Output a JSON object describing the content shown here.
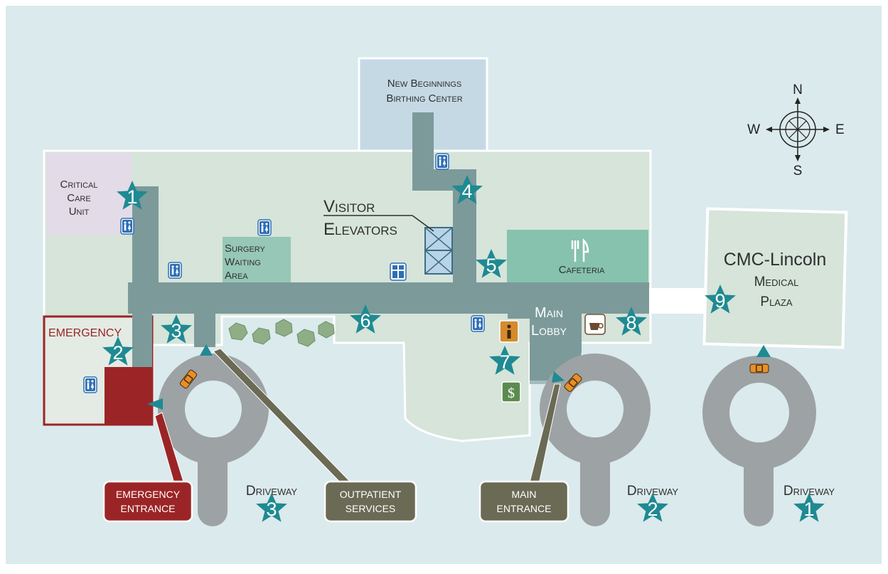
{
  "colors": {
    "background": "#dbeaec",
    "building": "#d6e4da",
    "corridor": "#7c9a9a",
    "star": "#1f8a92",
    "emergency": "#9b2526",
    "critical_care": "#e3dbe7",
    "birthing": "#c5d9e5",
    "surgery_waiting": "#97c7b6",
    "cafeteria": "#86c2ad",
    "road": "#9da2a5",
    "callout_olive": "#6a6a55",
    "restroom": "#2f6fb3"
  },
  "rooms": {
    "birthing": [
      "New Beginnings",
      "Birthing Center"
    ],
    "critical_care": [
      "Critical",
      "Care",
      "Unit"
    ],
    "visitor_elevators": [
      "Visitor",
      "Elevators"
    ],
    "surgery_waiting": [
      "Surgery",
      "Waiting",
      "Area"
    ],
    "cafeteria": "Cafeteria",
    "emergency": "EMERGENCY",
    "main_lobby": [
      "Main",
      "Lobby"
    ],
    "medical_plaza": [
      "CMC-Lincoln",
      "Medical",
      "Plaza"
    ]
  },
  "markers": [
    {
      "id": "1",
      "place": "Critical Care Unit"
    },
    {
      "id": "2",
      "place": "Emergency"
    },
    {
      "id": "3",
      "place": "Outpatient Services"
    },
    {
      "id": "4",
      "place": "Birthing Center"
    },
    {
      "id": "5",
      "place": "Cafeteria"
    },
    {
      "id": "6",
      "place": "Main Corridor"
    },
    {
      "id": "7",
      "place": "Main Lobby"
    },
    {
      "id": "8",
      "place": "Main Lobby East"
    },
    {
      "id": "9",
      "place": "Medical Plaza"
    }
  ],
  "driveways": [
    {
      "label": "Driveway",
      "number": "3"
    },
    {
      "label": "Driveway",
      "number": "2"
    },
    {
      "label": "Driveway",
      "number": "1"
    }
  ],
  "entrances": {
    "emergency": [
      "EMERGENCY",
      "ENTRANCE"
    ],
    "outpatient": [
      "OUTPATIENT",
      "SERVICES"
    ],
    "main": [
      "MAIN",
      "ENTRANCE"
    ]
  },
  "compass": {
    "n": "N",
    "s": "S",
    "e": "E",
    "w": "W"
  },
  "icons": [
    "restroom-icon",
    "elevator-icon",
    "cutlery-icon",
    "coffee-icon",
    "info-icon",
    "atm-icon",
    "car-icon"
  ]
}
